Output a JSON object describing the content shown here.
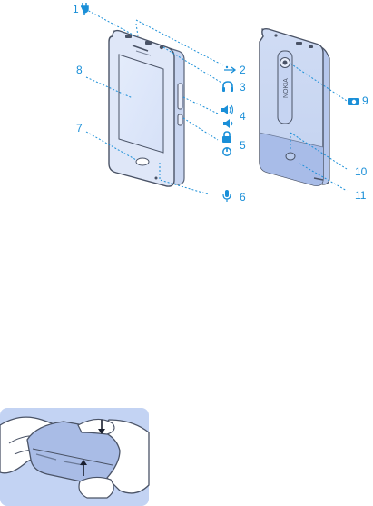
{
  "accent_color": "#1a8fd8",
  "callouts": {
    "c1": "1",
    "c2": "2",
    "c3": "3",
    "c4": "4",
    "c5": "5",
    "c6": "6",
    "c7": "7",
    "c8": "8",
    "c9": "9",
    "c10": "10",
    "c11": "11"
  },
  "logo_text": "NOKIA",
  "icons": [
    "charger-icon",
    "usb-icon",
    "headset-icon",
    "volume-up-icon",
    "volume-down-icon",
    "lock-icon",
    "power-icon",
    "microphone-icon",
    "camera-icon"
  ]
}
